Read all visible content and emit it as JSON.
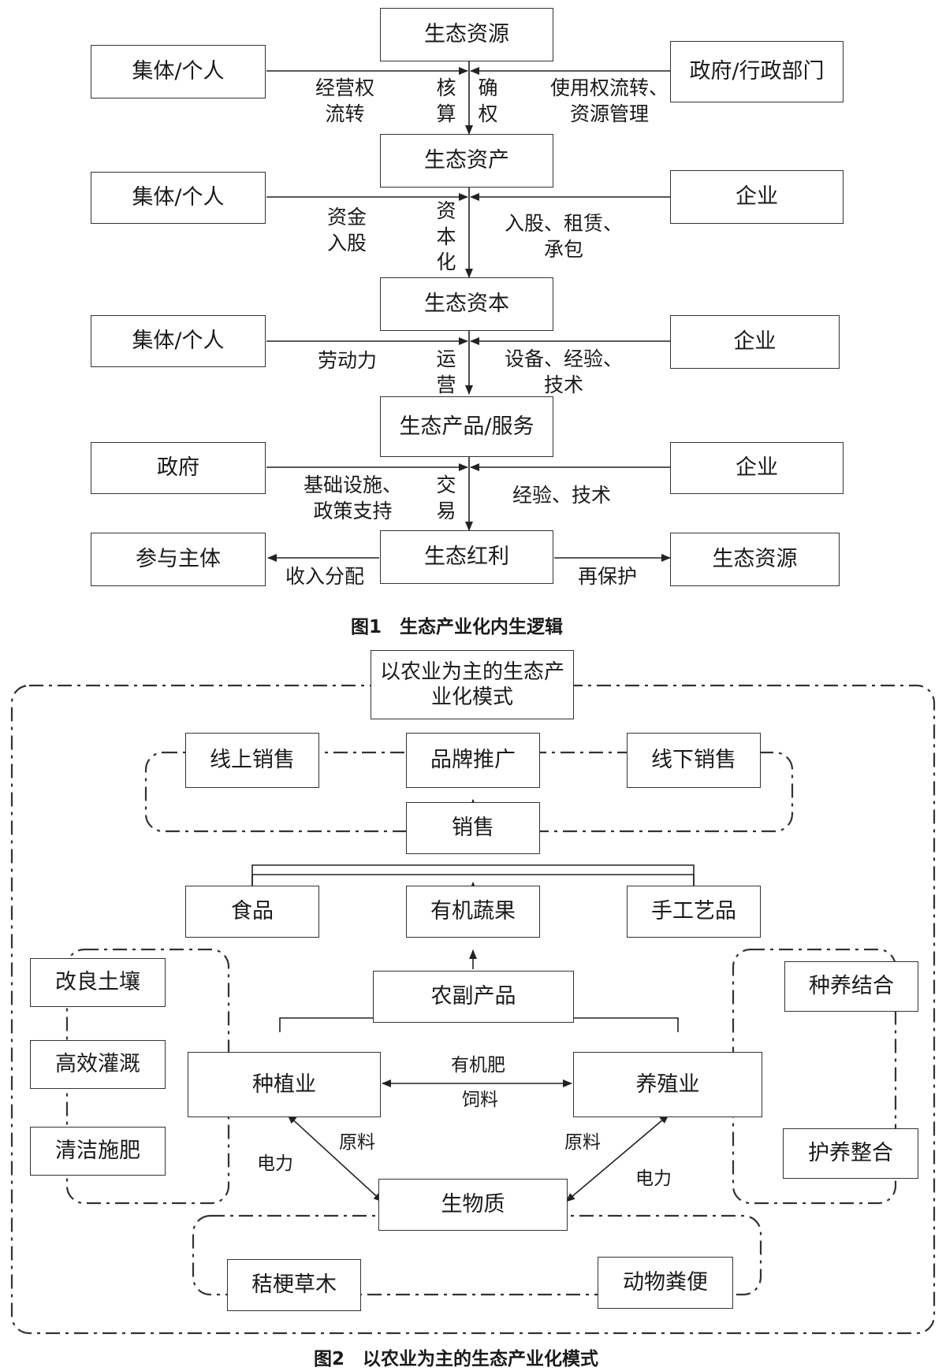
{
  "figure1": {
    "caption": "图1　生态产业化内生逻辑",
    "stages": {
      "s1": "生态资源",
      "s2": "生态资产",
      "s3": "生态资本",
      "s4": "生态产品/服务",
      "s5": "生态红利"
    },
    "row1": {
      "left": "集体/个人",
      "right": "政府/行政部门",
      "left_edge": "经营权\n流转",
      "center_a": "核\n算",
      "center_b": "确\n权",
      "right_edge": "使用权流转、\n资源管理"
    },
    "row2": {
      "left": "集体/个人",
      "right": "企业",
      "left_edge": "资金\n入股",
      "center": "资\n本\n化",
      "right_edge": "入股、租赁、\n承包"
    },
    "row3": {
      "left": "集体/个人",
      "right": "企业",
      "left_edge": "劳动力",
      "center": "运\n营",
      "right_edge": "设备、经验、\n技术"
    },
    "row4": {
      "left": "政府",
      "right": "企业",
      "left_edge": "基础设施、\n政策支持",
      "center": "交\n易",
      "right_edge": "经验、技术"
    },
    "row5": {
      "left": "参与主体",
      "right": "生态资源",
      "left_edge": "收入分配",
      "right_edge": "再保护"
    }
  },
  "figure2": {
    "caption": "图2　以农业为主的生态产业化模式",
    "title": "以农业为主的生态产\n业化模式",
    "sales_channels": [
      "线上销售",
      "品牌推广",
      "线下销售"
    ],
    "sales": "销售",
    "products": [
      "食品",
      "有机蔬果",
      "手工艺品"
    ],
    "agri_products": "农副产品",
    "planting": "种植业",
    "breeding": "养殖业",
    "link_top": "有机肥",
    "link_bottom": "饲料",
    "left_practices": [
      "改良土壤",
      "高效灌溉",
      "清洁施肥"
    ],
    "right_practices": [
      "种养结合",
      "护养整合"
    ],
    "biomass": "生物质",
    "left_raw": "原料",
    "left_power": "电力",
    "right_raw": "原料",
    "right_power": "电力",
    "biomass_sources": [
      "秸梗草木",
      "动物粪便"
    ]
  }
}
